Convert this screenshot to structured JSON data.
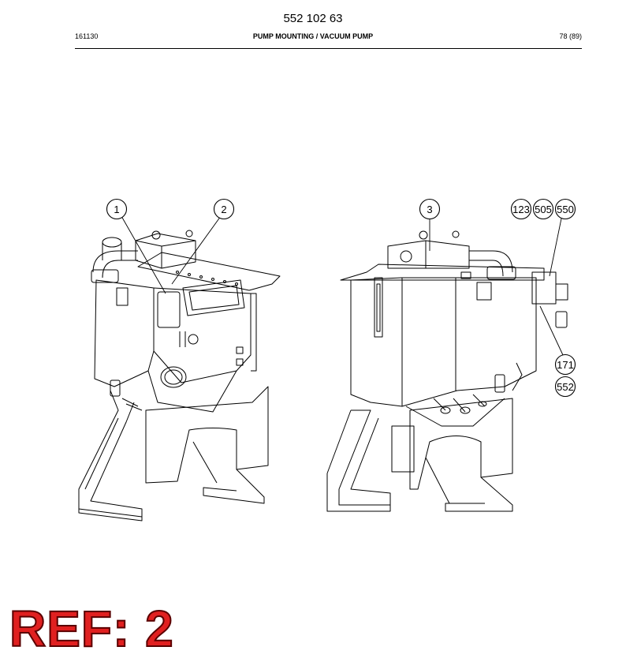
{
  "header": {
    "doc_number": "552 102 63",
    "date_code": "161130",
    "title": "PUMP MOUNTING / VACUUM PUMP",
    "page": "78 (89)"
  },
  "callouts": {
    "c1": "1",
    "c2": "2",
    "c3": "3",
    "c123": "123",
    "c505": "505",
    "c550": "550",
    "c171": "171",
    "c552": "552"
  },
  "reference": {
    "label": "REF: 2"
  }
}
